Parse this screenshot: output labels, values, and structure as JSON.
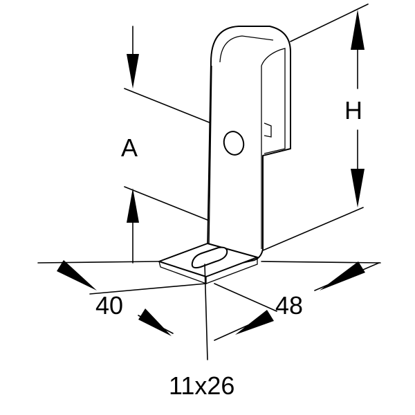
{
  "dimensions": {
    "height": "H",
    "distance": "A",
    "depth": "40",
    "width": "48",
    "slot": "11x26"
  }
}
